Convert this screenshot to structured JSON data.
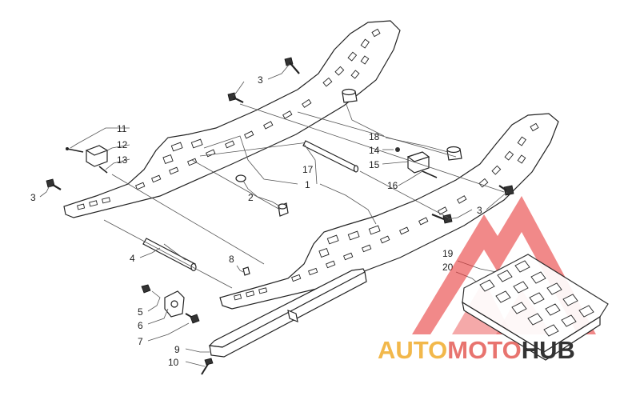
{
  "diagram": {
    "callouts": [
      {
        "id": "c1",
        "text": "1"
      },
      {
        "id": "c2",
        "text": "2"
      },
      {
        "id": "c3a",
        "text": "3"
      },
      {
        "id": "c3b",
        "text": "3"
      },
      {
        "id": "c3c",
        "text": "3"
      },
      {
        "id": "c4",
        "text": "4"
      },
      {
        "id": "c5",
        "text": "5"
      },
      {
        "id": "c6",
        "text": "6"
      },
      {
        "id": "c7",
        "text": "7"
      },
      {
        "id": "c8",
        "text": "8"
      },
      {
        "id": "c9",
        "text": "9"
      },
      {
        "id": "c10",
        "text": "10"
      },
      {
        "id": "c11",
        "text": "11"
      },
      {
        "id": "c12",
        "text": "12"
      },
      {
        "id": "c13",
        "text": "13"
      },
      {
        "id": "c14",
        "text": "14"
      },
      {
        "id": "c15",
        "text": "15"
      },
      {
        "id": "c16",
        "text": "16"
      },
      {
        "id": "c17",
        "text": "17"
      },
      {
        "id": "c18",
        "text": "18"
      },
      {
        "id": "c19",
        "text": "19"
      },
      {
        "id": "c20",
        "text": "20"
      }
    ]
  },
  "watermark": {
    "word1": "AUTO",
    "word2": "MOTO",
    "word3": "HUB",
    "color1": "#f2b84b",
    "color2": "#e8746f",
    "color3": "#333333",
    "logo_color": "#e83a3a"
  }
}
